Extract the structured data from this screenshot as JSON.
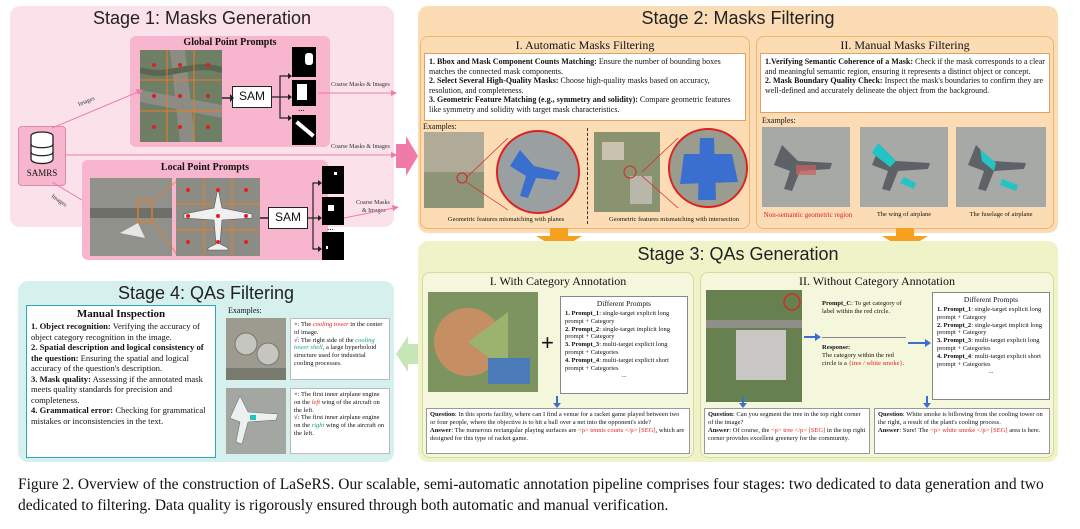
{
  "stage1": {
    "title": "Stage 1:  Masks Generation",
    "global_label": "Global Point Prompts",
    "local_label": "Local Point Prompts",
    "sam": "SAM",
    "dataset": "SAMRS",
    "images_label": "Images",
    "out_label": "Coarse Masks & Images",
    "out_label_b": "Coarse Masks",
    "out_label_c": "& Images",
    "dots": "..."
  },
  "stage2": {
    "title": "Stage 2: Masks Filtering",
    "auto_title": "I. Automatic Masks Filtering",
    "auto_items": [
      {
        "head": "1. Bbox and Mask Component Counts Matching:",
        "text": " Ensure the number of bounding boxes matches the connected mask components."
      },
      {
        "head": "2. Select Several High-Quality Masks:",
        "text": " Choose high-quality masks based on accuracy, resolution, and completeness."
      },
      {
        "head": "3. Geometric Feature Matching (e.g., symmetry and solidity):",
        "text": " Compare geometric features like symmetry and solidity with target mask characteristics."
      }
    ],
    "examples": "Examples:",
    "auto_cap1": "Geometric features mismatching with planes",
    "auto_cap2": "Geometric features mismatching with intersection",
    "manual_title": "II. Manual Masks Filtering",
    "manual_items": [
      {
        "head": "1.Verifying Semantic Coherence of a Mask:",
        "text": " Check if the mask corresponds to a clear and meaningful semantic region, ensuring it represents a distinct object or concept."
      },
      {
        "head": "2. Mask Boundary Quality Check:",
        "text": " Inspect the mask's boundaries to confirm they are well-defined and accurately delineate the object from the background."
      }
    ],
    "manual_examples": "Examples:",
    "manual_cap1": "Non-semantic geometric region",
    "manual_cap2": "The wing of airplane",
    "manual_cap3": "The fuselage of airplane"
  },
  "stage3": {
    "title": "Stage 3: QAs Generation",
    "with_title": "I. With Category Annotation",
    "without_title": "II. Without Category Annotation",
    "prompts_title": "Different Prompts",
    "prompts": [
      {
        "head": "1. Prompt_1",
        "text": ": single-target explicit long prompt + Category"
      },
      {
        "head": "2. Prompt_2",
        "text": ": single-target implicit long prompt + Category"
      },
      {
        "head": "3. Prompt_3",
        "text": ": multi-target explicit long prompt + Categories"
      },
      {
        "head": "4. Prompt_4",
        "text": ": multi-target explicit short prompt + Categories"
      }
    ],
    "prompts_dots": "...",
    "plus": "+",
    "prompts2": [
      {
        "head": "1. Prompt_1",
        "text": ": single-target explicit long prompt + Category"
      },
      {
        "head": "2. Prompt_2",
        "text": ": single-target implicit long prompt + Category"
      },
      {
        "head": "3. Prompt_3",
        "text": ": multi-target explicit long prompt + Categories"
      },
      {
        "head": "4. Prompt_4",
        "text": ": multi-target explicit short prompt + Categories"
      }
    ],
    "promptc_head": "Prompt_C",
    "promptc_text": ": To get category of label within the red circle.",
    "response_head": "Response",
    "response_text": "The category within the red circle is a ",
    "response_red": "{tree / white smoke}",
    "response_end": ".",
    "q1_head": "Question",
    "q1_text": ": In this sports facility, where can I find a venue for a racket game played between two or four people, where the objective is to hit a ball over a net into the opponent's side?",
    "a1_head": "Answer",
    "a1_text": ": The numerous rectangular playing surfaces are ",
    "a1_red": "<p> tennis courts </p> [SEG]",
    "a1_end": ", which are designed for this type of racket game.",
    "q2_head": "Question",
    "q2_text": ": Can you segment  the tree in the top right corner of the image?",
    "a2_head": "Answer",
    "a2_text": ": Of course, the ",
    "a2_red": "<p> tree </p> [SEG]",
    "a2_end": " in the top right corner provides excellent greenery for the community.",
    "q3_head": "Question",
    "q3_text": ": White smoke is billowing from the cooling tower on the right, a result of the plant's cooling process.",
    "a3_head": "Answer",
    "a3_text": ": Sure! The ",
    "a3_red": "<p> white smoke </p> [SEG]",
    "a3_end": " area is here."
  },
  "stage4": {
    "title": "Stage 4: QAs Filtering",
    "manual_title": "Manual Inspection",
    "items": [
      {
        "head": "1. Object recognition:",
        "text": " Verifying the accuracy of object category recognition in the image."
      },
      {
        "head": "2. Spatial description and logical consistency of the question:",
        "text": " Ensuring the spatial and logical accuracy of the question's description."
      },
      {
        "head": "3. Mask quality:",
        "text": " Assessing if the annotated mask meets quality standards for precision and completeness."
      },
      {
        "head": "4. Grammatical error:",
        "text": " Checking for grammatical mistakes or inconsistencies in the text."
      }
    ],
    "examples": "Examples:",
    "ex1_bad_a": "×: The ",
    "ex1_bad_red": "cooling tower",
    "ex1_bad_b": " in the center of image.",
    "ex1_good_a": "√: The right side of the ",
    "ex1_good_teal": "cooling tower shell",
    "ex1_good_b": ", a large hyperboloid structure used for industrial cooling processes.",
    "ex2_bad_a": "×: The first inner airplane engine on the ",
    "ex2_bad_red": "left",
    "ex2_bad_b": " wing of the aircraft on the left.",
    "ex2_good_a": "√: The first inner airplane engine on the ",
    "ex2_good_teal": "right",
    "ex2_good_b": " wing of the aircraft on the left."
  },
  "caption": "Figure 2. Overview of the construction of LaSeRS. Our scalable, semi-automatic annotation pipeline comprises four stages: two dedicated to data generation and two dedicated to filtering. Data quality is rigorously ensured through both automatic and manual verification.",
  "colors": {
    "stage1_bg": "#fbe1ea",
    "stage1_inner": "#f7b6cd",
    "stage2_bg": "#fbdcb4",
    "stage3_bg": "#eef3c8",
    "stage4_bg": "#d6f0ee",
    "arrow_orange": "#f5a11f",
    "arrow_pink": "#f07aa8",
    "arrow_green": "#c7e6b8",
    "red": "#e02020",
    "teal": "#17a48a"
  }
}
